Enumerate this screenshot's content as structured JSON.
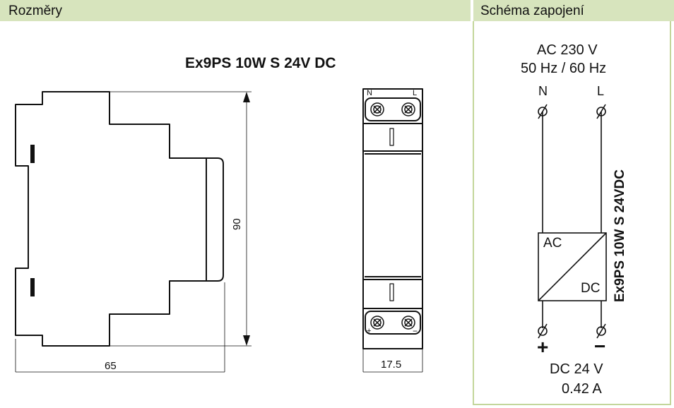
{
  "headers": {
    "dimensions": "Rozměry",
    "wiring": "Schéma zapojení"
  },
  "product": {
    "model": "Ex9PS 10W S 24V DC",
    "model_vertical": "Ex9PS 10W S 24VDC"
  },
  "dimensions": {
    "height": "90",
    "depth": "65",
    "width": "17.5"
  },
  "front_view": {
    "top_left": "N",
    "top_right": "L",
    "bottom_left": "+",
    "bottom_right": "−"
  },
  "wiring": {
    "input_voltage": "AC 230 V",
    "input_freq": "50 Hz / 60 Hz",
    "terminal_n": "N",
    "terminal_l": "L",
    "box_ac": "AC",
    "box_dc": "DC",
    "plus": "+",
    "minus": "−",
    "output_voltage": "DC 24 V",
    "output_current": "0.42 A"
  },
  "colors": {
    "header_bg": "#d7e4bd",
    "panel_border": "#c3d69b",
    "line": "#111111"
  }
}
